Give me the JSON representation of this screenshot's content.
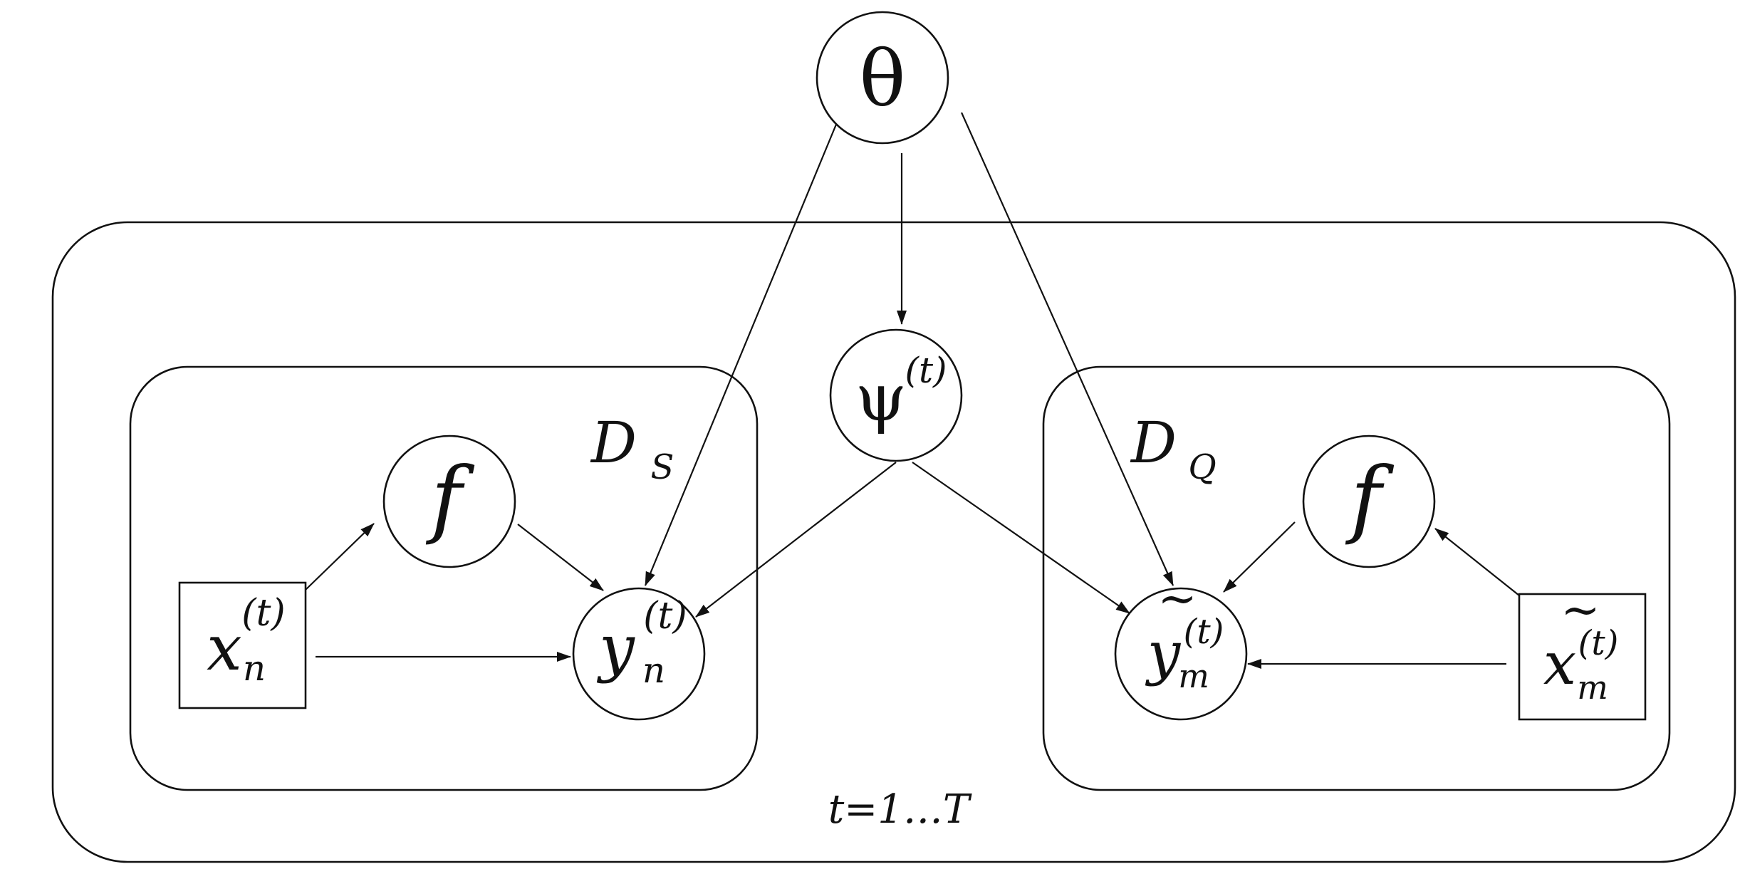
{
  "nodes": {
    "theta": {
      "symbol": "θ"
    },
    "psi": {
      "symbol": "ψ",
      "sup": "(t)"
    },
    "f_left": {
      "symbol": "f"
    },
    "f_right": {
      "symbol": "f"
    },
    "x_n": {
      "symbol": "x",
      "sub": "n",
      "sup": "(t)"
    },
    "y_n": {
      "symbol": "y",
      "sub": "n",
      "sup": "(t)"
    },
    "y_m": {
      "symbol": "y",
      "sub": "m",
      "sup": "(t)",
      "tilde": "~"
    },
    "x_m": {
      "symbol": "x",
      "sub": "m",
      "sup": "(t)",
      "tilde": "~"
    }
  },
  "plates": {
    "outer": {
      "label": "t=1…T"
    },
    "support": {
      "label": "D",
      "sub": "S"
    },
    "query": {
      "label": "D",
      "sub": "Q"
    }
  },
  "colors": {
    "stroke": "#111111",
    "background": "#ffffff"
  }
}
